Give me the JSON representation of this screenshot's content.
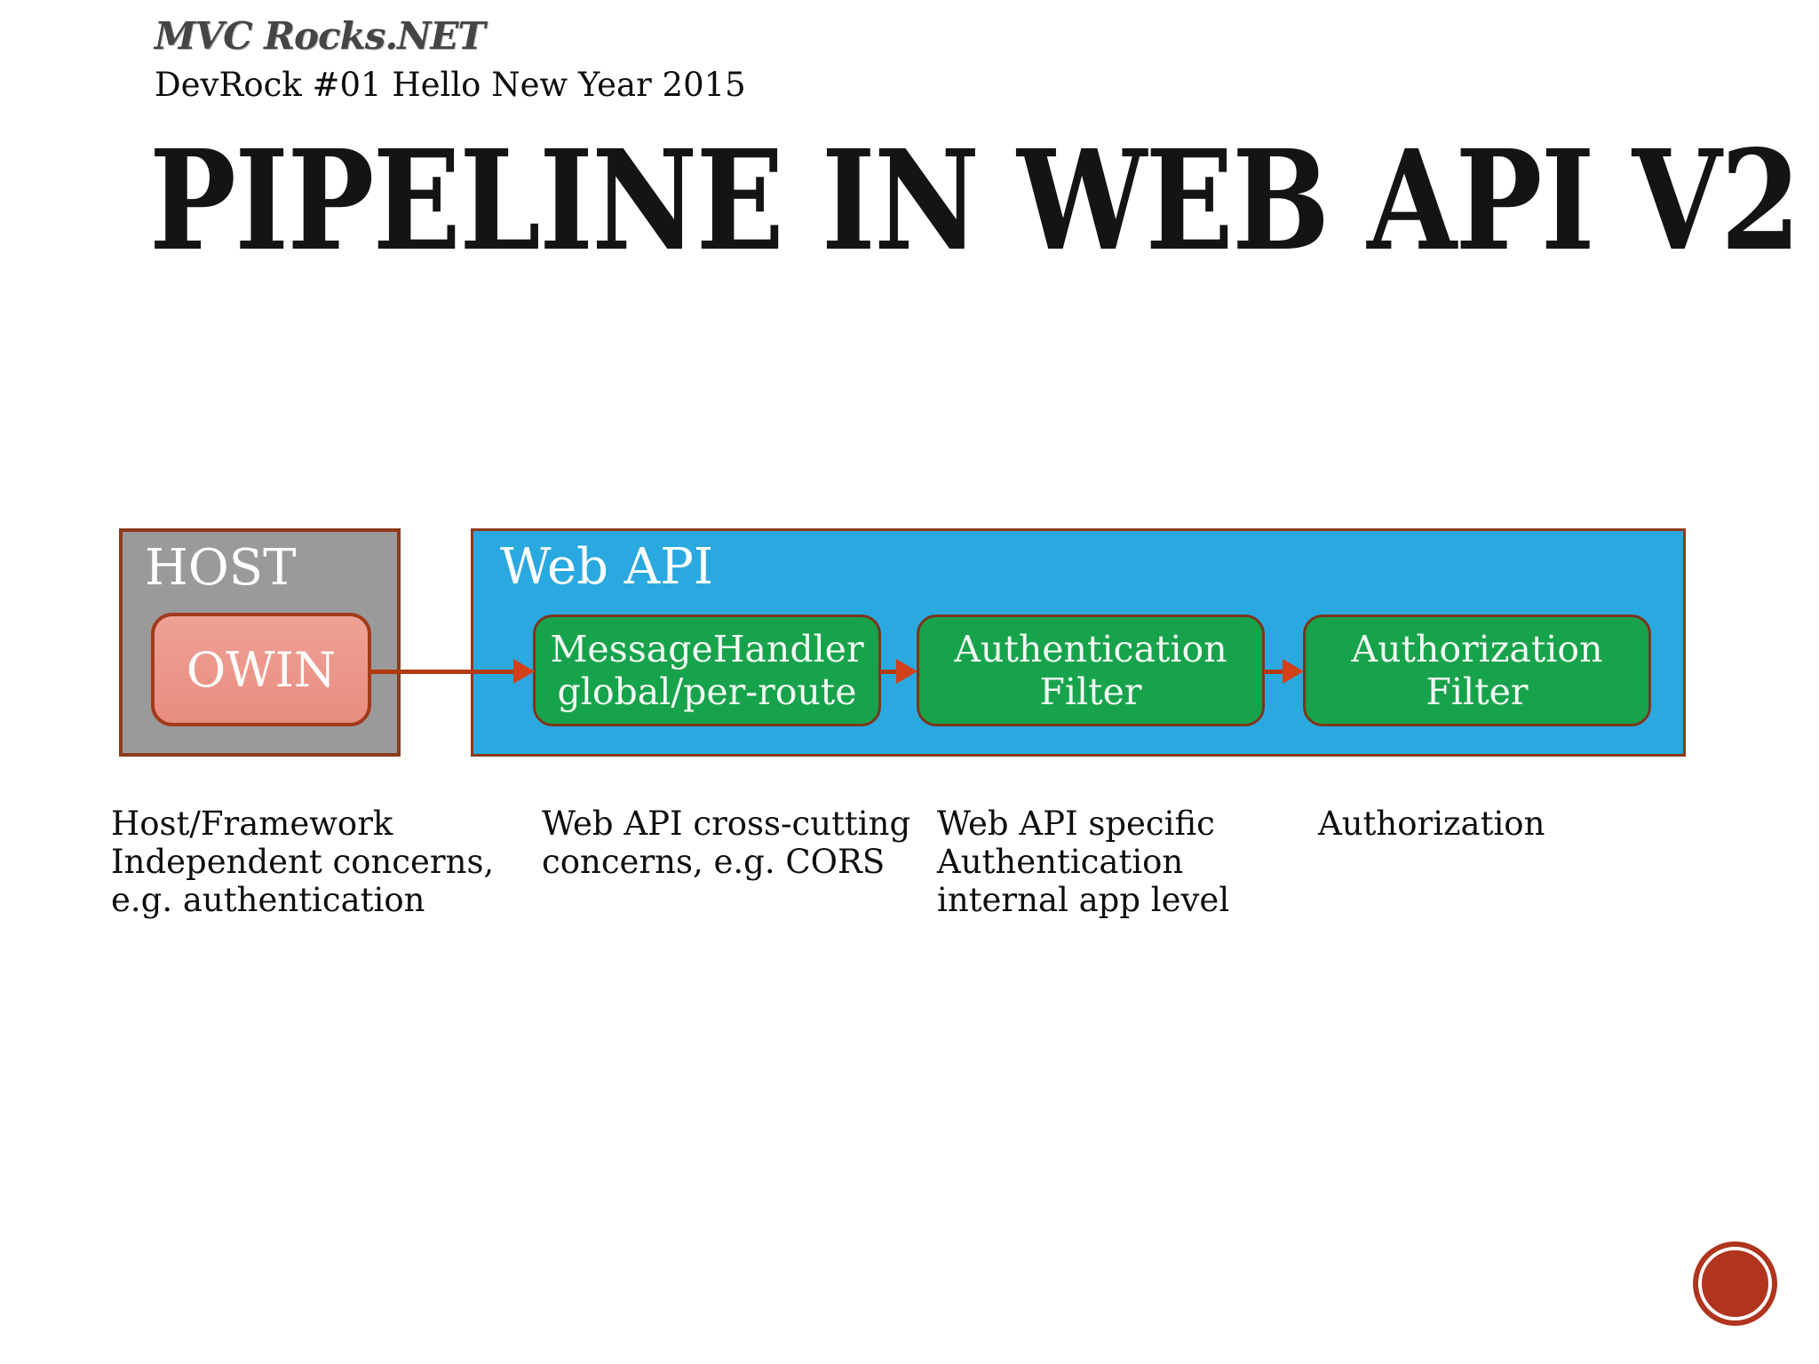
{
  "slide": {
    "brand": "MVC Rocks.NET",
    "subtitle": "DevRock #01 Hello New Year 2015",
    "title": "PIPELINE IN WEB API V2"
  },
  "diagram": {
    "host": {
      "label": "HOST",
      "owin_label": "OWIN"
    },
    "webapi": {
      "label": "Web API",
      "stages": [
        {
          "line1": "MessageHandler",
          "line2": "global/per-route"
        },
        {
          "line1": "Authentication",
          "line2": "Filter"
        },
        {
          "line1": "Authorization",
          "line2": "Filter"
        }
      ]
    },
    "arrows": [
      "owin-to-messagehandler",
      "messagehandler-to-authentication",
      "authentication-to-authorization"
    ]
  },
  "captions": [
    {
      "lines": [
        "Host/Framework",
        "Independent concerns,",
        "e.g. authentication"
      ]
    },
    {
      "lines": [
        "Web API cross-cutting",
        "concerns, e.g. CORS"
      ]
    },
    {
      "lines": [
        "Web API specific",
        "Authentication",
        "internal app level"
      ]
    },
    {
      "lines": [
        "Authorization"
      ]
    }
  ],
  "colors": {
    "background": "#ffffff",
    "host_fill": "#9b9a9b",
    "owin_fill": "#ec9488",
    "webapi_fill": "#2aa9e0",
    "stage_fill": "#17a34c",
    "box_border": "#8e3a1d",
    "arrow_shaft": "#b23a12",
    "arrow_head": "#d2411a",
    "logo_circle": "#b0341e",
    "box_text": "#ffffff",
    "body_text": "#0e0e0e"
  }
}
